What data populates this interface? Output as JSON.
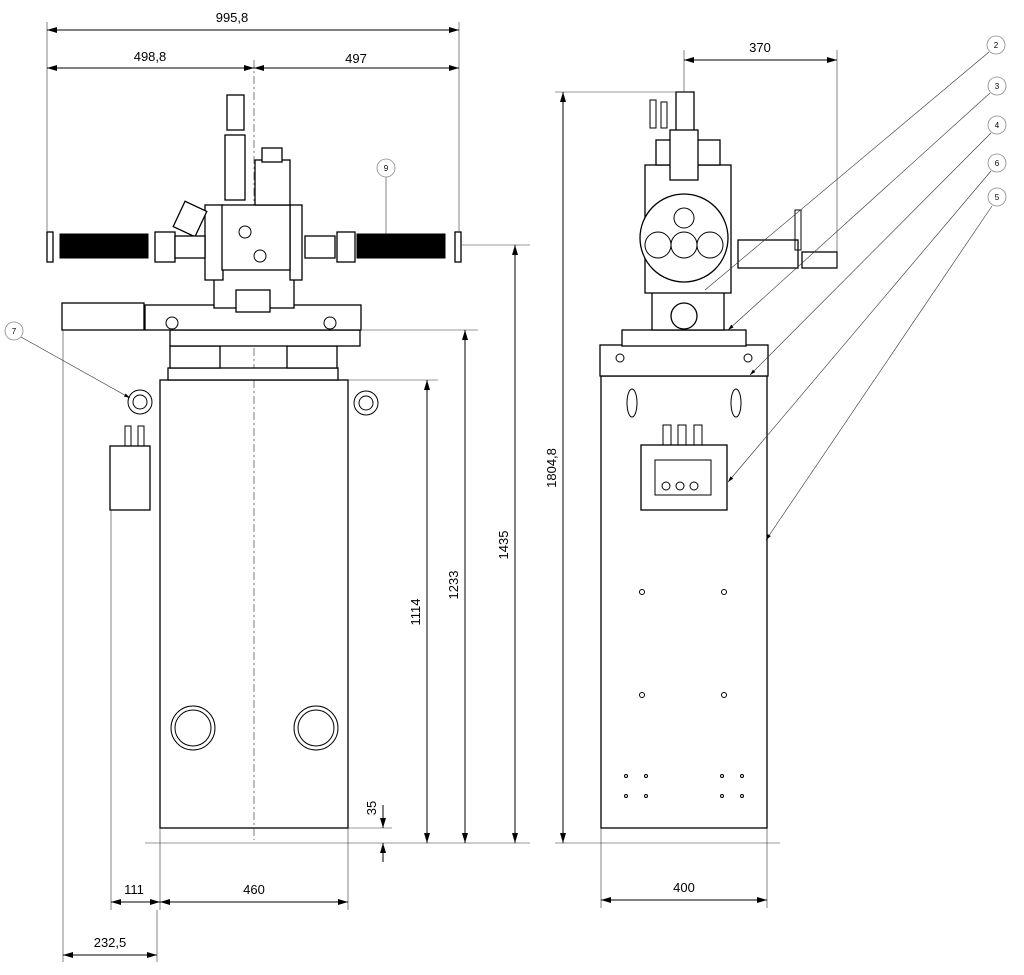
{
  "dimensions": {
    "overall_width": "995,8",
    "left_half_width": "498,8",
    "right_half_width": "497",
    "side_offset": "370",
    "cabinet_height": "1114",
    "table_height": "1233",
    "arm_height": "1435",
    "total_height": "1804,8",
    "foot_height": "35",
    "box_depth": "111",
    "cabinet_width_front": "460",
    "overall_side_offset": "232,5",
    "cabinet_width_side": "400"
  },
  "callouts": {
    "c2": "2",
    "c3": "3",
    "c4": "4",
    "c5": "5",
    "c6": "6",
    "c7": "7",
    "c9": "9"
  }
}
